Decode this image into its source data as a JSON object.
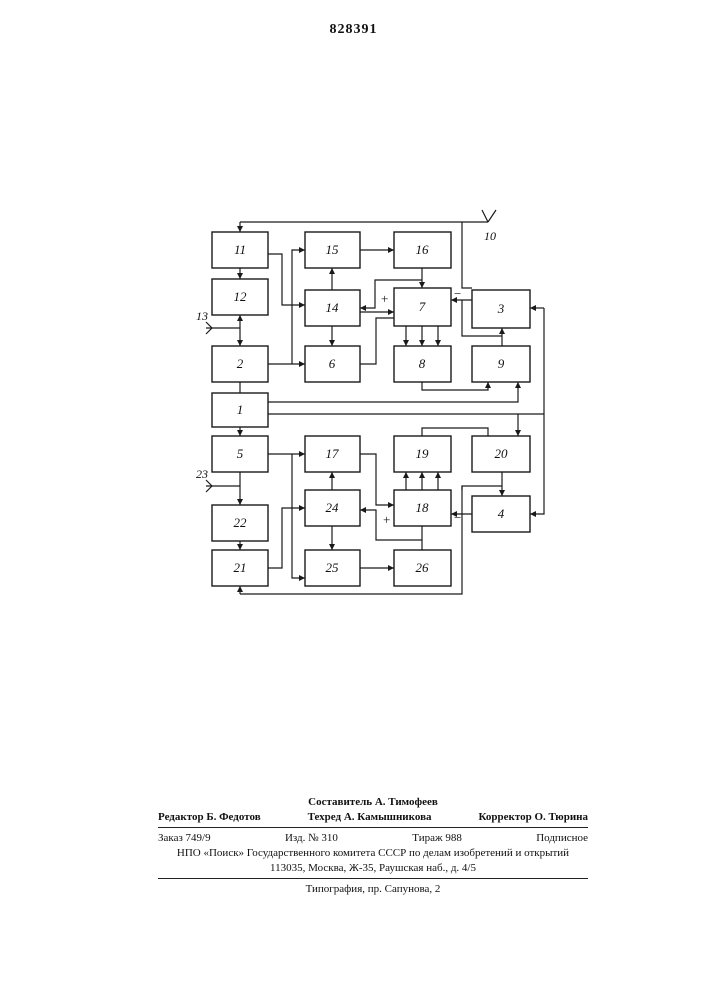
{
  "header": {
    "patent_number": "828391"
  },
  "diagram": {
    "blocks": [
      "1",
      "2",
      "3",
      "4",
      "5",
      "6",
      "7",
      "8",
      "9",
      "10",
      "11",
      "12",
      "13",
      "14",
      "15",
      "16",
      "17",
      "18",
      "19",
      "20",
      "21",
      "22",
      "23",
      "24",
      "25",
      "26"
    ],
    "signs": {
      "plus": "+",
      "minus": "−"
    }
  },
  "credits": {
    "compiler": "Составитель А. Тимофеев",
    "editor": "Редактор Б. Федотов",
    "tech_editor": "Техред А. Камышникова",
    "corrector": "Корректор О. Тюрина",
    "order": "Заказ 749/9",
    "edition": "Изд. № 310",
    "circulation": "Тираж 988",
    "subscription": "Подписное",
    "org": "НПО «Поиск» Государственного комитета СССР по делам изобретений и открытий",
    "address": "113035, Москва, Ж-35, Раушская наб., д. 4/5",
    "printer": "Типография, пр. Сапунова, 2"
  }
}
